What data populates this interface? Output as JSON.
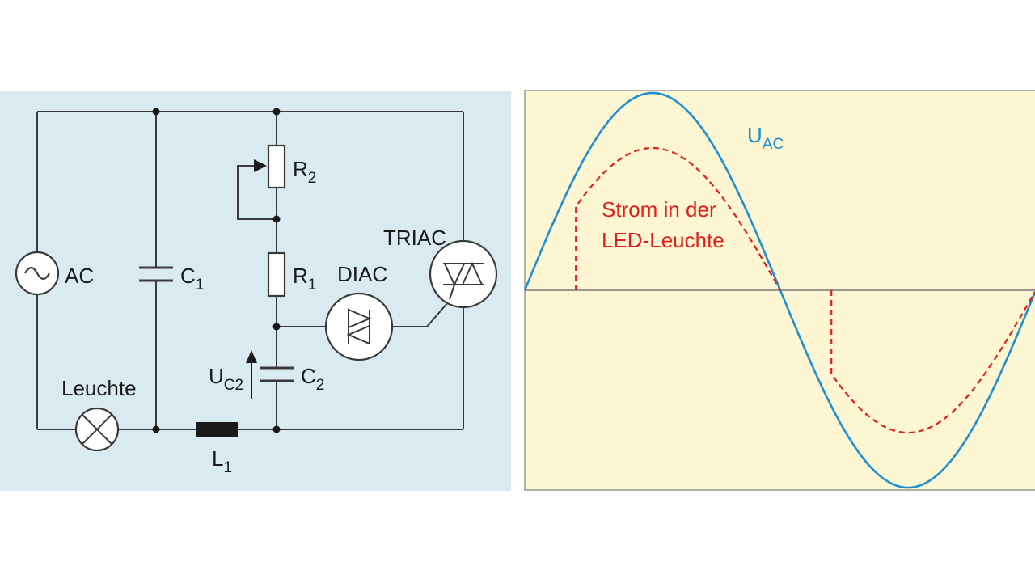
{
  "circuit": {
    "ac_label": "AC",
    "c1_label": "C",
    "c1_sub": "1",
    "r2_label": "R",
    "r2_sub": "2",
    "r1_label": "R",
    "r1_sub": "1",
    "diac_label": "DIAC",
    "triac_label": "TRIAC",
    "uc2_label": "U",
    "uc2_sub": "C2",
    "c2_label": "C",
    "c2_sub": "2",
    "lamp_label": "Leuchte",
    "l1_label": "L",
    "l1_sub": "1",
    "background": "#d9ebf1"
  },
  "waveform": {
    "uac_label": "U",
    "uac_sub": "AC",
    "current_label_line1": "Strom in der",
    "current_label_line2": "LED-Leuchte",
    "background": "#fdf6d2",
    "voltage_color": "#1e8fd0",
    "current_color": "#e0201c"
  }
}
